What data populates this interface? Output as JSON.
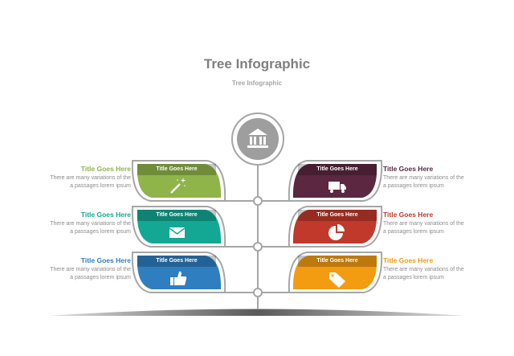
{
  "header": {
    "title": "Tree Infographic",
    "subtitle": "Tree Infographic"
  },
  "colors": {
    "line": "#a6a6a6",
    "ground": "#595959",
    "bank_circle": "#9e9e9e"
  },
  "icons": {
    "root": "bank-icon"
  },
  "branches": [
    {
      "side": "left",
      "leaf_label": "Title Goes Here",
      "heading": "Title Goes Here",
      "desc_line1": "There are many variations of the",
      "desc_line2": "a passages lorem ipsum",
      "color": "#8fb44a",
      "icon": "magic-wand-icon"
    },
    {
      "side": "right",
      "leaf_label": "Title Goes Here",
      "heading": "Title Goes Here",
      "desc_line1": "There are many variations of the",
      "desc_line2": "a passages lorem ipsum",
      "color": "#5b2741",
      "icon": "truck-icon"
    },
    {
      "side": "left",
      "leaf_label": "Title Goes Here",
      "heading": "Title Goes Here",
      "desc_line1": "There are many variations of the",
      "desc_line2": "a passages lorem ipsum",
      "color": "#13a894",
      "icon": "envelope-icon"
    },
    {
      "side": "right",
      "leaf_label": "Title Goes Here",
      "heading": "Title Goes Here",
      "desc_line1": "There are many variations of the",
      "desc_line2": "a passages lorem ipsum",
      "color": "#c0392b",
      "icon": "pie-chart-icon"
    },
    {
      "side": "left",
      "leaf_label": "Title Goes Here",
      "heading": "Title Goes Here",
      "desc_line1": "There are many variations of the",
      "desc_line2": "a passages lorem ipsum",
      "color": "#2f7ec0",
      "icon": "thumbs-up-icon"
    },
    {
      "side": "right",
      "leaf_label": "Title Goes Here",
      "heading": "Title Goes Here",
      "desc_line1": "There are many variations of the",
      "desc_line2": "a passages lorem ipsum",
      "color": "#f39c12",
      "icon": "tag-icon"
    }
  ]
}
